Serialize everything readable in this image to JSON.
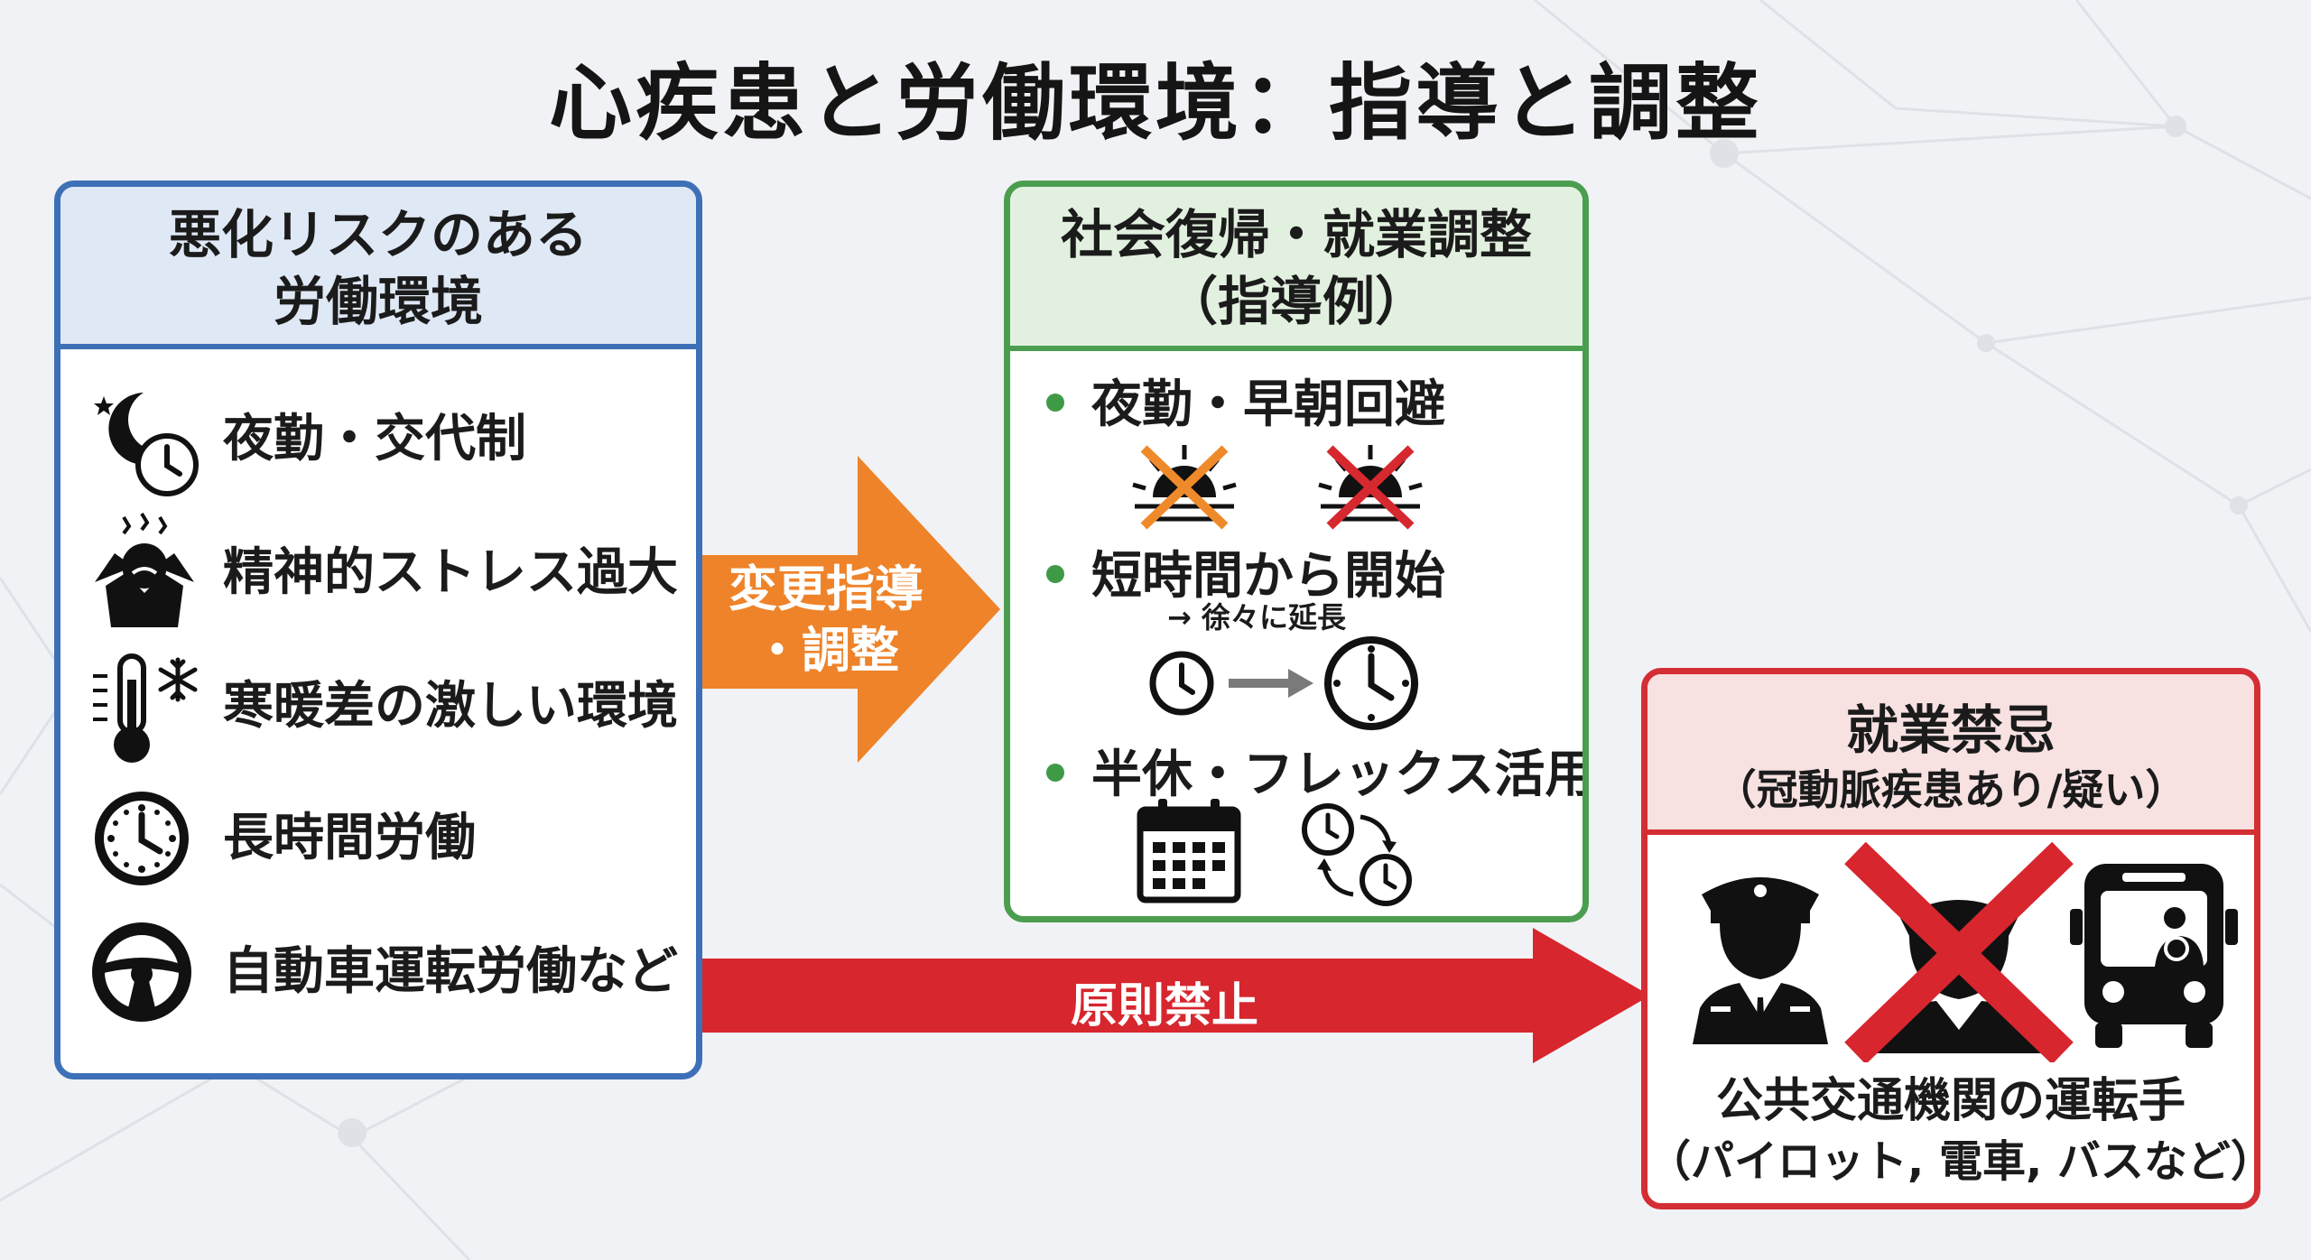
{
  "title": "心疾患と労働環境：指導と調整",
  "risk_panel": {
    "heading_line1": "悪化リスクのある",
    "heading_line2": "労働環境",
    "items": [
      {
        "label": "夜勤・交代制",
        "icon": "moon-clock-icon"
      },
      {
        "label": "精神的ストレス過大",
        "icon": "stressed-person-icon"
      },
      {
        "label": "寒暖差の激しい環境",
        "icon": "thermometer-snowflake-icon"
      },
      {
        "label": "長時間労働",
        "icon": "clock-icon"
      },
      {
        "label": "自動車運転労働など",
        "icon": "steering-wheel-icon"
      }
    ]
  },
  "arrow_change": {
    "line1": "変更指導",
    "line2": "・調整",
    "color": "#ee8329"
  },
  "adjust_panel": {
    "heading_line1": "社会復帰・就業調整",
    "heading_line2": "（指導例）",
    "bullets": [
      {
        "label": "夜勤・早朝回避"
      },
      {
        "label": "短時間から開始",
        "note": "→ 徐々に延長"
      },
      {
        "label": "半休・フレックス活用"
      }
    ]
  },
  "arrow_ban": {
    "label": "原則禁止",
    "color": "#d7262e"
  },
  "prohibit_panel": {
    "heading_line1": "就業禁忌",
    "heading_line2": "（冠動脈疾患あり/疑い）",
    "footer_line1": "公共交通機関の運転手",
    "footer_line2": "（パイロット, 電車, バスなど）"
  },
  "colors": {
    "blue": "#3d70b7",
    "green": "#4b9e4f",
    "red": "#d42d34",
    "orange": "#ee8329"
  }
}
